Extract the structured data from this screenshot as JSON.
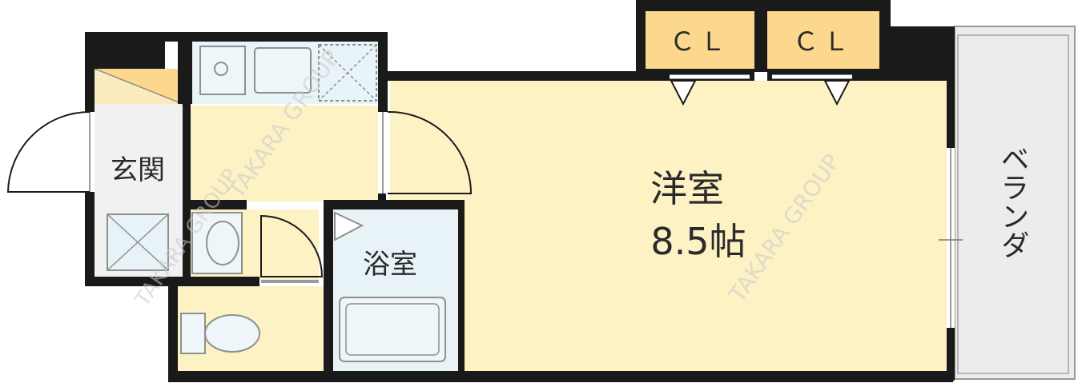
{
  "rooms": {
    "genkan": "玄関",
    "bath": "浴室",
    "western_room": "洋室",
    "western_room_size": "8.5帖",
    "closet_1": "ＣＬ",
    "closet_2": "ＣＬ",
    "veranda": "ベランダ"
  },
  "watermark": {
    "text_1": "TAKARA GROUP",
    "text_2": "TAKARA GROUP",
    "text_3": "TAKARA GROUP"
  },
  "colors": {
    "wall": "#1a1a1a",
    "room_fill": "#fcf2c4",
    "closet_fill": "#fcd88e",
    "wet_fill": "#e7f3f7",
    "veranda_fill": "#eaeaea",
    "fixture_stroke": "#8f8f8f"
  }
}
